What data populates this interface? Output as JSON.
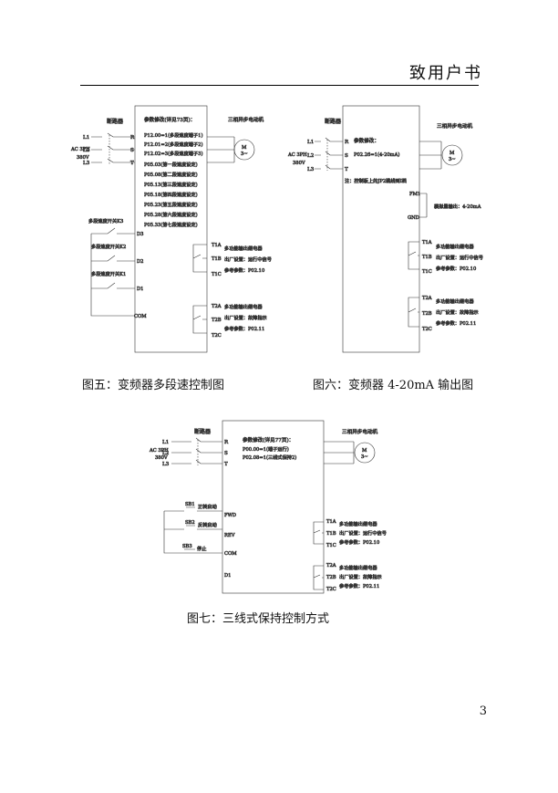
{
  "header": {
    "title": "致用户书"
  },
  "page_number": "3",
  "captions": {
    "fig5": "图五：变频器多段速控制图",
    "fig6": "图六：变频器 4-20mA 输出图",
    "fig7": "图七：三线式保持控制方式"
  },
  "fig5": {
    "breaker": "断路器",
    "ac_label": "AC 3PH",
    "voltage": "380V",
    "lines": [
      "L1",
      "L2",
      "L3"
    ],
    "phases": [
      "R",
      "S",
      "T"
    ],
    "motor_title": "三相异步电动机",
    "motor_symbol_top": "M",
    "motor_symbol_bottom": "3~",
    "param_title": "参数修改(详见73页)：",
    "params": [
      "P12.00=1(多段速度端子1)",
      "P12.01=2(多段速度端子2)",
      "P12.02=3(多段速度端子3)",
      "P05.03(第一段速度设定)",
      "P05.08(第二段速度设定)",
      "P05.13(第三段速度设定)",
      "P05.18(第四段速度设定)",
      "P05.23(第五段速度设定)",
      "P05.28(第六段速度设定)",
      "P05.33(第七段速度设定)"
    ],
    "switches": [
      "多段速度开关K3",
      "多段速度开关K2",
      "多段速度开关K1"
    ],
    "inputs": [
      "D3",
      "D2",
      "D1",
      "COM"
    ],
    "relay1": {
      "terminals": [
        "T1A",
        "T1B",
        "T1C"
      ],
      "lines": [
        "多功能输出继电器",
        "出厂设置：运行中信号",
        "参考参数：P02.10"
      ]
    },
    "relay2": {
      "terminals": [
        "T2A",
        "T2B",
        "T2C"
      ],
      "lines": [
        "多功能输出继电器",
        "出厂设置：故障指示",
        "参考参数：P02.11"
      ]
    }
  },
  "fig6": {
    "breaker": "断路器",
    "ac_label": "AC 3PH",
    "voltage": "380V",
    "lines": [
      "L1",
      "L2",
      "L3"
    ],
    "phases": [
      "R",
      "S",
      "T"
    ],
    "motor_title": "三相异步电动机",
    "motor_symbol_top": "M",
    "motor_symbol_bottom": "3~",
    "param_title": "参数修改：",
    "param": "P02.26=1(4-20mA)",
    "note": "注：控制板上的JP2跳线到I档",
    "fm_label": "FM1",
    "gnd_label": "GND",
    "analog_output": "模拟量输出：4-20mA",
    "relay1": {
      "terminals": [
        "T1A",
        "T1B",
        "T1C"
      ],
      "lines": [
        "多功能输出继电器",
        "出厂设置：运行中信号",
        "参考参数：P02.10"
      ]
    },
    "relay2": {
      "terminals": [
        "T2A",
        "T2B",
        "T2C"
      ],
      "lines": [
        "多功能输出继电器",
        "出厂设置：故障指示",
        "参考参数：P02.11"
      ]
    }
  },
  "fig7": {
    "breaker": "断路器",
    "ac_label": "AC 3PH",
    "voltage": "380V",
    "lines": [
      "L1",
      "L2",
      "L3"
    ],
    "phases": [
      "R",
      "S",
      "T"
    ],
    "motor_title": "三相异步电动机",
    "motor_symbol_top": "M",
    "motor_symbol_bottom": "3~",
    "param_title": "参数修改(详见77页)：",
    "params": [
      "P00.00=1(端子运行)",
      "P02.08=1(三线式保持2)"
    ],
    "buttons": [
      {
        "id": "SB1",
        "label": "正转启动"
      },
      {
        "id": "SB2",
        "label": "反转启动"
      },
      {
        "id": "SB3",
        "label": "停止"
      }
    ],
    "inputs": [
      "FWD",
      "REV",
      "COM",
      "D1"
    ],
    "relay1": {
      "terminals": [
        "T1A",
        "T1B",
        "T1C"
      ],
      "lines": [
        "多功能输出继电器",
        "出厂设置：运行中信号",
        "参考参数：P02.10"
      ]
    },
    "relay2": {
      "terminals": [
        "T2A",
        "T2B",
        "T2C"
      ],
      "lines": [
        "多功能输出继电器",
        "出厂设置：故障指示",
        "参考参数：P02.11"
      ]
    }
  }
}
